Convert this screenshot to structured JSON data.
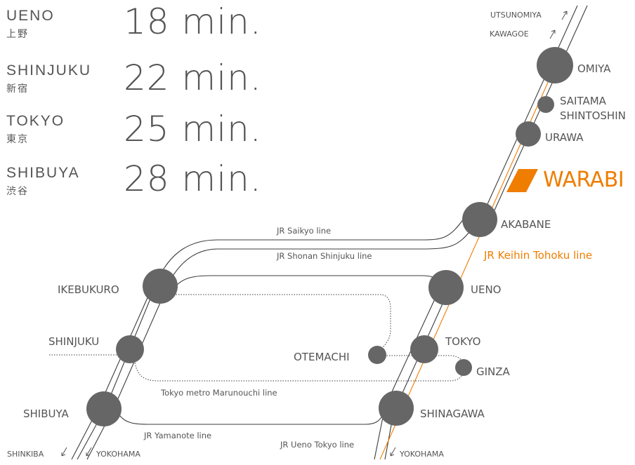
{
  "travel_times": [
    {
      "dest_en": "UENO",
      "dest_jp": "上野",
      "time": "18 min."
    },
    {
      "dest_en": "SHINJUKU",
      "dest_jp": "新宿",
      "time": "22 min."
    },
    {
      "dest_en": "TOKYO",
      "dest_jp": "東京",
      "time": "25 min."
    },
    {
      "dest_en": "SHIBUYA",
      "dest_jp": "渋谷",
      "time": "28 min."
    }
  ],
  "highlight_station": "WARABI",
  "stations": {
    "omiya": "OMIYA",
    "saitama_shintoshin_1": "SAITAMA",
    "saitama_shintoshin_2": "SHINTOSHIN",
    "urawa": "URAWA",
    "akabane": "AKABANE",
    "ueno": "UENO",
    "ikebukuro": "IKEBUKURO",
    "shinjuku": "SHINJUKU",
    "otemachi": "OTEMACHI",
    "tokyo": "TOKYO",
    "ginza": "GINZA",
    "shibuya": "SHIBUYA",
    "shinagawa": "SHINAGAWA"
  },
  "lines": {
    "saikyo": "JR Saikyo line",
    "shonan": "JR Shonan Shinjuku line",
    "keihin": "JR Keihin Tohoku line",
    "marunouchi": "Tokyo metro Marunouchi line",
    "yamanote": "JR Yamanote line",
    "ueno_tokyo": "JR Ueno Tokyo line"
  },
  "directions": {
    "utsunomiya": "UTSUNOMIYA",
    "kawagoe": "KAWAGOE",
    "shinkiba": "SHINKIBA",
    "yokohama_left": "YOKOHAMA",
    "yokohama_right": "YOKOHAMA"
  },
  "colors": {
    "line": "#3c3c3c",
    "station": "#666666",
    "accent": "#ef7d00",
    "text": "#555555"
  }
}
